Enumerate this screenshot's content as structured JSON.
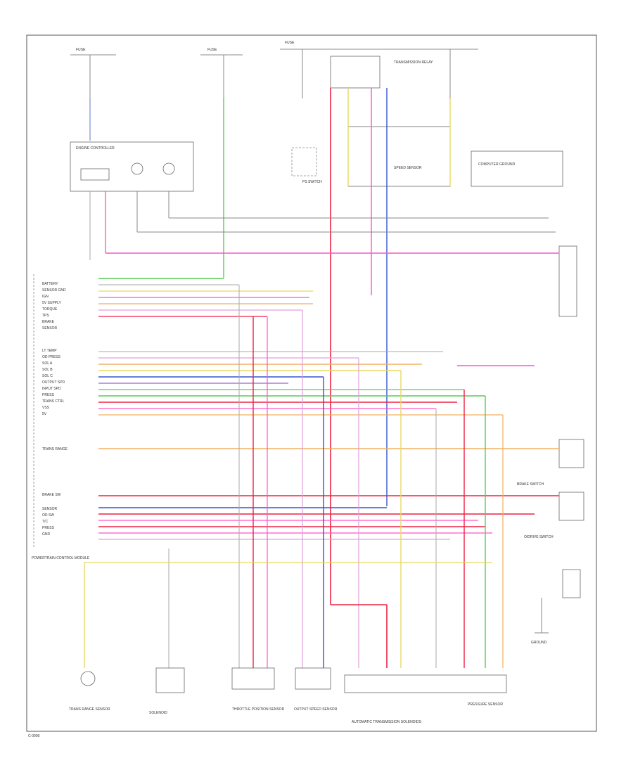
{
  "diagram": {
    "labels": {
      "fuse_label": "FUSE",
      "computer_ground": "COMPUTER GROUND",
      "ground": "GROUND",
      "transmission_relay": "TRANSMISSION RELAY",
      "engine_controller": "ENGINE CONTROLLER",
      "brake_switch": "BRAKE SWITCH",
      "o_drive_switch": "O/DRIVE SWITCH",
      "ps_switch": "PS SWITCH",
      "pcm": "POWERTRAIN CONTROL MODULE",
      "throttle_sensor": "THROTTLE POSITION SENSOR",
      "speed_sensor": "SPEED SENSOR",
      "solenoid": "SOLENOID",
      "output_speed_sensor": "OUTPUT SPEED SENSOR",
      "transmission": "AUTOMATIC TRANSMISSION SOLENOIDS",
      "pressure_sensor": "PRESSURE SENSOR",
      "trans_range": "TRANS RANGE SENSOR"
    },
    "pin_labels_left_upper": [
      "BATTERY",
      "SENSOR GND",
      "IGN",
      "5V SUPPLY",
      "TORQUE",
      "TPS",
      "BRAKE",
      "SENSOR"
    ],
    "pin_labels_left_mid": [
      "LT TEMP",
      "OD PRESS",
      "SOL A",
      "SOL B",
      "SOL C",
      "OUTPUT SPD",
      "INPUT SPD",
      "PRESS",
      "TRANS CTRL",
      "VSS",
      "5V"
    ],
    "pin_labels_left_low": [
      "TRANS RANGE",
      "BRAKE SW",
      "SENSOR",
      "OD SW",
      "T/C",
      "PRESS",
      "GND"
    ],
    "wire_colors": {
      "pink": "#e0a0d8",
      "magenta": "#ff55cc",
      "red": "#ee2244",
      "green": "#55cc55",
      "yellow": "#e8d860",
      "orange": "#f0b060",
      "blue": "#3355cc",
      "violet": "#9966cc",
      "light_blue": "#99aadd",
      "grey": "#aaaaaa"
    },
    "page_code": "C-0000"
  }
}
